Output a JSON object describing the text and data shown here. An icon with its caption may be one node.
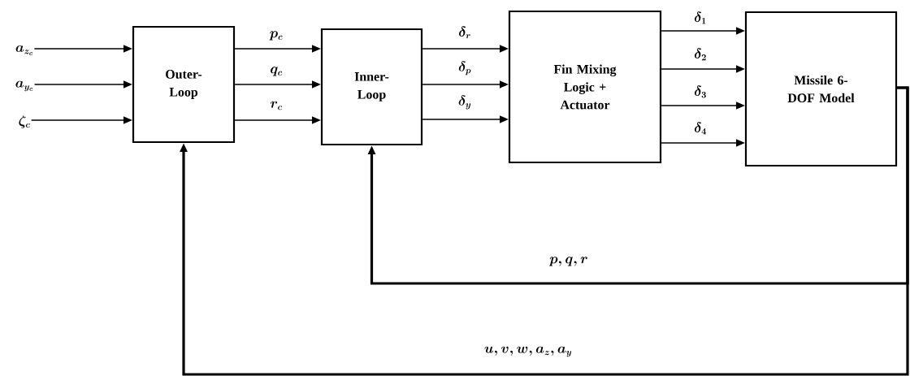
{
  "diagram": {
    "nodes": [
      {
        "text": [
          "\\boldsymbol{a_{z_c}}"
        ]
      },
      {
        "text": [
          "\\boldsymbol{a_{y_c}}"
        ]
      },
      {
        "text": [
          "\\boldsymbol{\\zeta_c}"
        ]
      },
      {
        "text": [
          "Outer-Loop"
        ]
      },
      {
        "text": [
          "Inner-Loop"
        ]
      },
      {
        "text": [
          "Fin Mixing Logic + Actuator"
        ]
      },
      {
        "text": [
          "Missile 6-DOF Model"
        ]
      }
    ],
    "edges": [
      {
        "from": 0,
        "to": 3,
        "arrow": "to"
      },
      {
        "from": 1,
        "to": 3,
        "arrow": "to"
      },
      {
        "from": 2,
        "to": 3,
        "arrow": "to"
      },
      {
        "from": 3,
        "to": 4,
        "arrow": "to",
        "label": "\\boldsymbol{p_c}"
      },
      {
        "from": 3,
        "to": 4,
        "arrow": "to",
        "label": "\\boldsymbol{q_c}"
      },
      {
        "from": 3,
        "to": 4,
        "arrow": "to",
        "label": "\\boldsymbol{r_c}"
      },
      {
        "from": 4,
        "to": 5,
        "arrow": "to",
        "label": "\\boldsymbol{\\delta_r}"
      },
      {
        "from": 4,
        "to": 5,
        "arrow": "to",
        "label": "\\boldsymbol{\\delta_p}"
      },
      {
        "from": 4,
        "to": 5,
        "arrow": "to",
        "label": "\\boldsymbol{\\delta_y}"
      },
      {
        "from": 5,
        "to": 6,
        "arrow": "to",
        "label": "\\boldsymbol{\\delta_1}"
      },
      {
        "from": 5,
        "to": 6,
        "arrow": "to",
        "label": "\\boldsymbol{\\delta_2}"
      },
      {
        "from": 5,
        "to": 6,
        "arrow": "to",
        "label": "\\boldsymbol{\\delta_3}"
      },
      {
        "from": 5,
        "to": 6,
        "arrow": "to",
        "label": "\\boldsymbol{\\delta_4}"
      },
      {
        "from": 6,
        "to": 4,
        "arrow": "to",
        "label": "\\boldsymbol{p, q, r}",
        "style": "thick"
      },
      {
        "from": 6,
        "to": 3,
        "arrow": "to",
        "label": "\\boldsymbol{u, v, w, a_z, a_y}",
        "style": "thick"
      }
    ]
  }
}
